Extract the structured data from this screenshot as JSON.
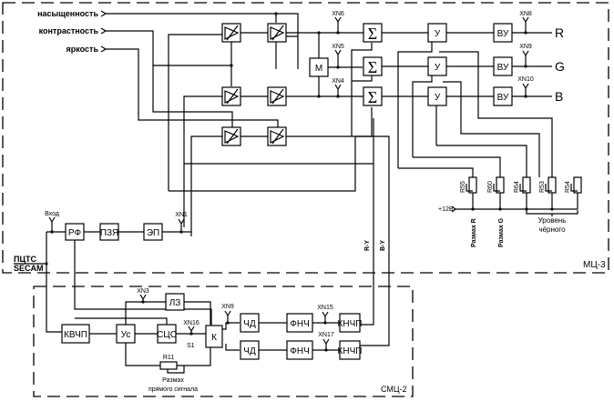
{
  "diagram": {
    "title": "Структурная схема модулей МЦ-3 и СМЦ-2",
    "modules": {
      "mc3": {
        "label": "МЦ-3"
      },
      "smc2": {
        "label": "СМЦ-2"
      }
    },
    "inputs": {
      "saturation": "насыщенность",
      "contrast": "контрастность",
      "brightness": "яркость",
      "entry": "Вход",
      "composite": [
        "ПЦТС",
        "SECAM"
      ],
      "supply": "+12В"
    },
    "blocks": {
      "rf": "РФ",
      "pzya": "ПЗЯ",
      "ep": "ЭП",
      "m": "М",
      "sum": "Σ",
      "amp": "У",
      "vu": "ВУ",
      "kvchp": "КВЧП",
      "us": "Ус",
      "sco": "СЦС",
      "lz": "ЛЗ",
      "k": "К",
      "chd": "ЧД",
      "fnch": "ФНЧ",
      "knchp": "КНЧП"
    },
    "outputs": {
      "r": "R",
      "g": "G",
      "b": "B"
    },
    "connectors": {
      "xn1": "XN1",
      "xn4": "XN4",
      "xn5": "XN5",
      "xn6": "XN6",
      "xn8": "XN8",
      "xn9": "XN9",
      "xn10": "XN10",
      "xn3": "XN3",
      "xn16": "XN16",
      "xn9b": "XN9",
      "xn15": "XN15",
      "xn17": "XN17"
    },
    "signals": {
      "ry": "R-Y",
      "by": "B-Y"
    },
    "resistors": {
      "r55": "R55",
      "r60": "R60",
      "r64": "R64",
      "r53": "R53",
      "r54": "R54",
      "r11": "R11"
    },
    "notes": {
      "swing_r": "Размах R",
      "swing_g": "Размах G",
      "black_level": [
        "Уровень",
        "чёрного"
      ],
      "direct_swing": [
        "Размах",
        "прямого сигнала"
      ],
      "sw_label": "S1"
    }
  }
}
